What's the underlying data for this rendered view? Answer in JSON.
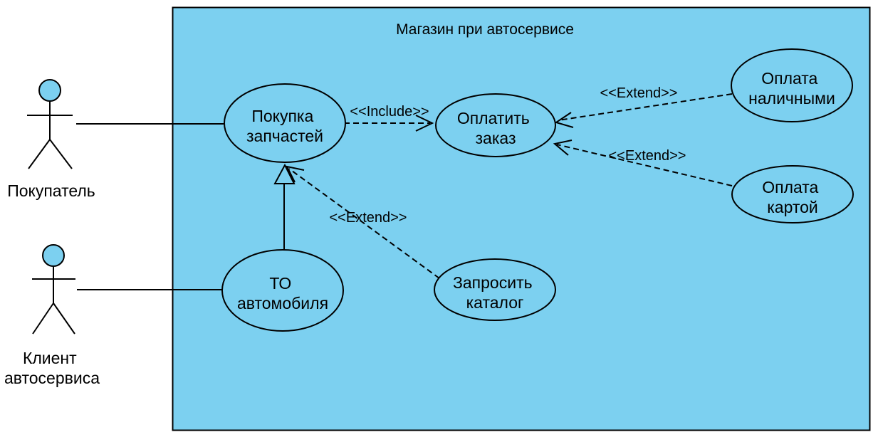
{
  "title": "Магазин при автосервисе",
  "colors": {
    "shape_fill": "#7CD0F0",
    "stroke": "#000000",
    "canvas_bg": "#FFFFFF"
  },
  "actors": {
    "buyer": {
      "label": "Покупатель"
    },
    "client": {
      "line1": "Клиент",
      "line2": "автосервиса"
    }
  },
  "use_cases": {
    "buy_parts": {
      "line1": "Покупка",
      "line2": "запчастей"
    },
    "pay_order": {
      "line1": "Оплатить",
      "line2": "заказ"
    },
    "pay_cash": {
      "line1": "Оплата",
      "line2": "наличными"
    },
    "pay_card": {
      "line1": "Оплата",
      "line2": "картой"
    },
    "car_service": {
      "line1": "ТО",
      "line2": "автомобиля"
    },
    "request_catalog": {
      "line1": "Запросить",
      "line2": "каталог"
    }
  },
  "relationship_labels": {
    "include": "<<Include>>",
    "extend_cash": "<<Extend>>",
    "extend_card": "<<Extend>>",
    "extend_catalog": "<<Extend>>"
  },
  "relationships": [
    {
      "type": "association",
      "from": "Покупатель",
      "to": "Покупка запчастей"
    },
    {
      "type": "association",
      "from": "Клиент автосервиса",
      "to": "ТО автомобиля"
    },
    {
      "type": "include",
      "from": "Покупка запчастей",
      "to": "Оплатить заказ",
      "label": "<<Include>>"
    },
    {
      "type": "extend",
      "from": "Оплата наличными",
      "to": "Оплатить заказ",
      "label": "<<Extend>>"
    },
    {
      "type": "extend",
      "from": "Оплата картой",
      "to": "Оплатить заказ",
      "label": "<<Extend>>"
    },
    {
      "type": "extend",
      "from": "Запросить каталог",
      "to": "Покупка запчастей",
      "label": "<<Extend>>"
    },
    {
      "type": "generalization",
      "from": "ТО автомобиля",
      "to": "Покупка запчастей"
    }
  ]
}
